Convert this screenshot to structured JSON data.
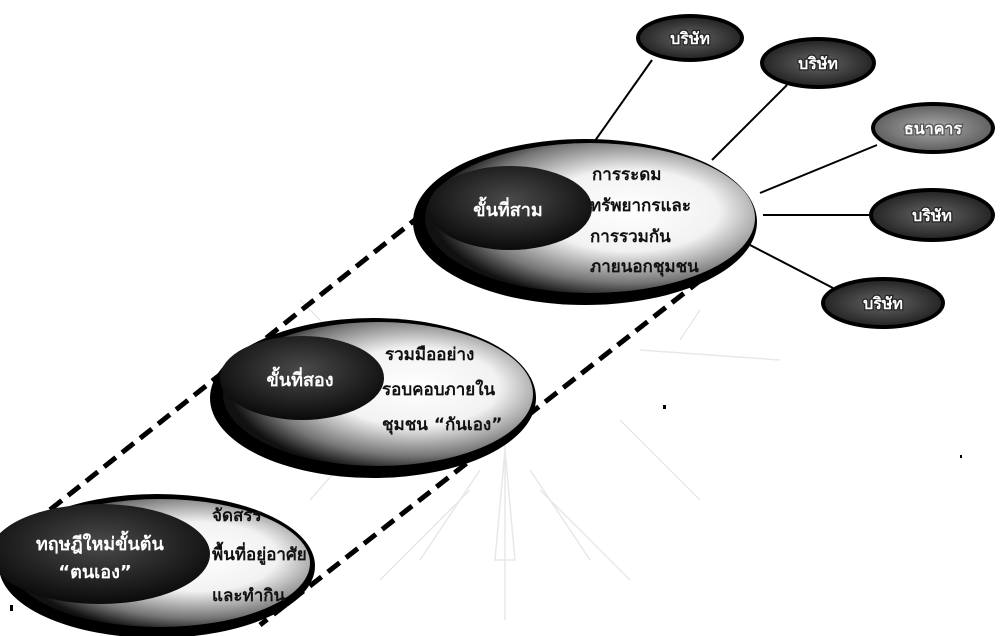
{
  "stages": [
    {
      "title_lines": [
        "ทฤษฎีใหม่ขั้นต้น",
        "“ตนเอง”"
      ],
      "desc_lines": [
        "จัดสรร",
        "พื้นที่อยู่อาศัย",
        "และทำกิน"
      ]
    },
    {
      "title_lines": [
        "ขั้นที่สอง"
      ],
      "desc_lines": [
        "รวมมืออย่าง",
        "รอบคอบภายใน",
        "ชุมชน “กันเอง”"
      ]
    },
    {
      "title_lines": [
        "ขั้นที่สาม"
      ],
      "desc_lines": [
        "การระดม",
        "ทรัพยากรและ",
        "การรวมกัน",
        "ภายนอกชุมชน"
      ]
    }
  ],
  "external_nodes": [
    {
      "label": "บริษัท"
    },
    {
      "label": "บริษัท"
    },
    {
      "label": "ธนาคาร"
    },
    {
      "label": "บริษัท"
    },
    {
      "label": "บริษัท"
    }
  ]
}
